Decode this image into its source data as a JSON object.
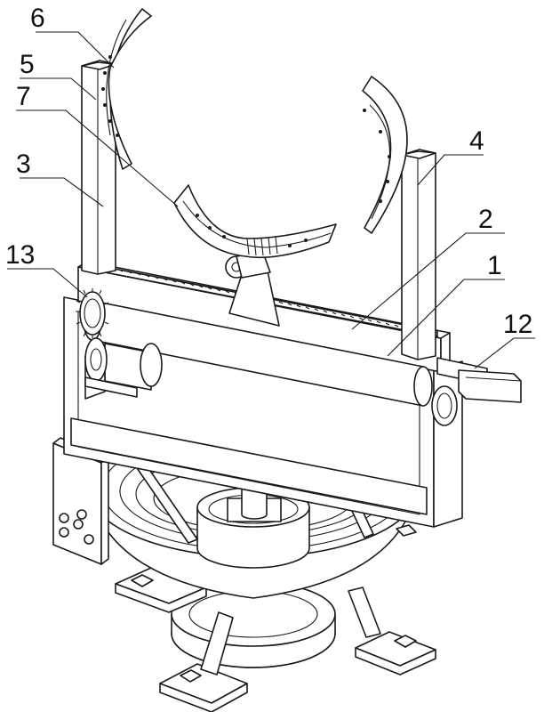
{
  "figure": {
    "labels": [
      "6",
      "5",
      "7",
      "3",
      "4",
      "2",
      "13",
      "1",
      "12"
    ]
  }
}
